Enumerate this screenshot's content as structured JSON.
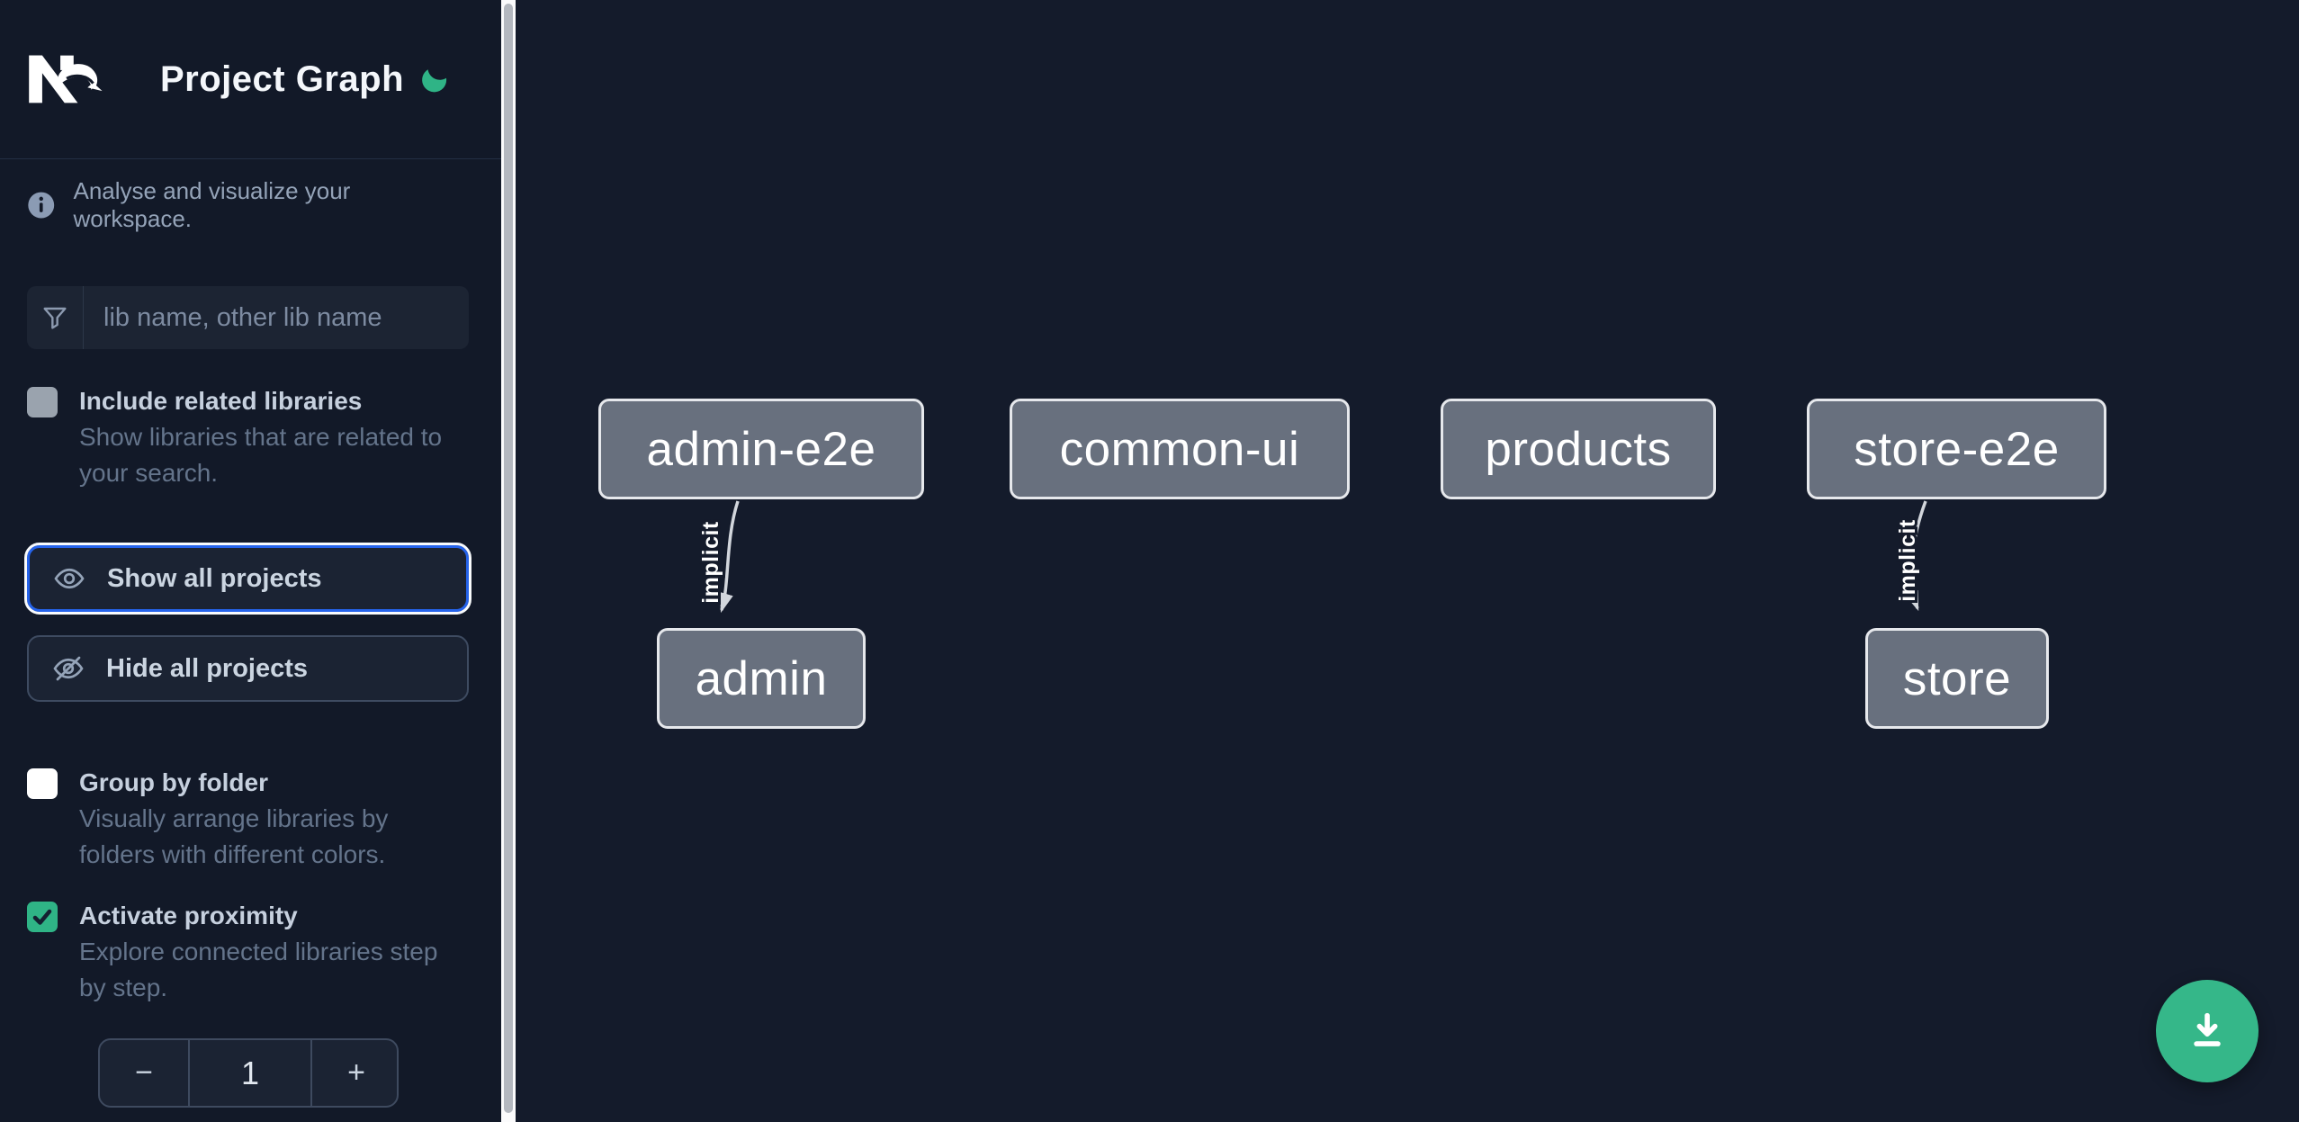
{
  "header": {
    "title": "Project Graph",
    "logo": "nx",
    "theme_icon": "moon"
  },
  "intro": {
    "text": "Analyse and visualize your workspace."
  },
  "search": {
    "icon": "funnel-filter-icon",
    "placeholder": "lib name, other lib name",
    "value": ""
  },
  "filters": {
    "include_related": {
      "label": "Include related libraries",
      "description": "Show libraries that are related to your search.",
      "checked": false
    },
    "group_by_folder": {
      "label": "Group by folder",
      "description": "Visually arrange libraries by folders with different colors.",
      "checked": false
    },
    "activate_proximity": {
      "label": "Activate proximity",
      "description": "Explore connected libraries step by step.",
      "checked": true
    }
  },
  "actions": {
    "show_all_label": "Show all projects",
    "hide_all_label": "Hide all projects"
  },
  "proximity_stepper": {
    "decrement_label": "−",
    "value": "1",
    "increment_label": "+"
  },
  "graph": {
    "nodes": [
      {
        "label": "admin-e2e"
      },
      {
        "label": "common-ui"
      },
      {
        "label": "products"
      },
      {
        "label": "store-e2e"
      },
      {
        "label": "admin"
      },
      {
        "label": "store"
      }
    ],
    "edges": [
      {
        "from": "admin-e2e",
        "to": "admin",
        "label": "implicit"
      },
      {
        "from": "store-e2e",
        "to": "store",
        "label": "implicit"
      }
    ]
  },
  "fab": {
    "icon": "download"
  },
  "colors": {
    "accent_green": "#35b789",
    "focus_blue": "#2563eb",
    "node_fill": "#68707e",
    "node_border": "#e6e8ec",
    "edge": "#d2d6dc",
    "sidebar_bg": "#121928",
    "canvas_bg": "#141b2b"
  }
}
